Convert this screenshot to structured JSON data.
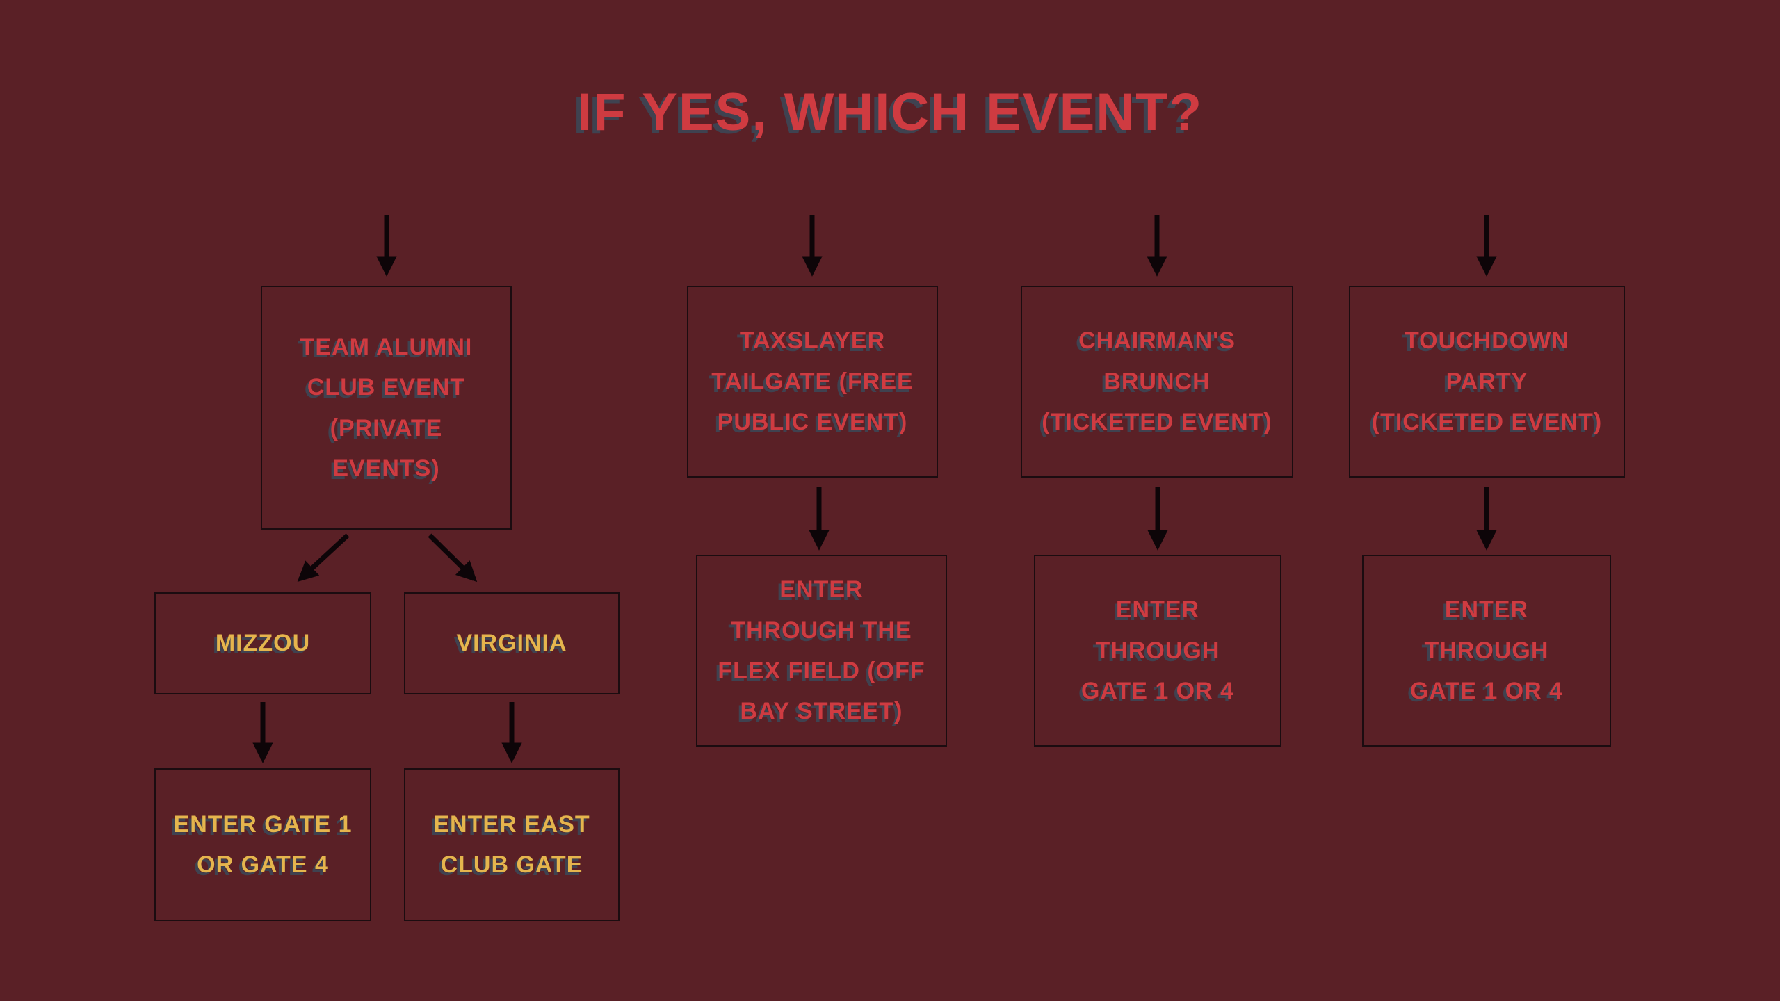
{
  "title": "IF YES, WHICH EVENT?",
  "colors": {
    "bg": "#5a2026",
    "red": "#cf3b41",
    "gold": "#e5b54d",
    "shadow": "#3f4250",
    "arrow": "#0d0508",
    "border": "#1b0c10"
  },
  "nodes": {
    "team_alumni": "TEAM ALUMNI\nCLUB EVENT\n(PRIVATE\nEVENTS)",
    "mizzou": "MIZZOU",
    "virginia": "VIRGINIA",
    "mizzou_gate": "ENTER GATE 1\nOR GATE 4",
    "virginia_gate": "ENTER EAST\nCLUB GATE",
    "taxslayer": "TAXSLAYER\nTAILGATE (FREE\nPUBLIC EVENT)",
    "taxslayer_gate": "ENTER\nTHROUGH THE\nFLEX FIELD (OFF\nBAY STREET)",
    "chairmans": "CHAIRMAN'S\nBRUNCH\n(TICKETED EVENT)",
    "chairmans_gate": "ENTER\nTHROUGH\nGATE 1 OR 4",
    "touchdown": "TOUCHDOWN\nPARTY\n(TICKETED EVENT)",
    "touchdown_gate": "ENTER\nTHROUGH\nGATE 1 OR 4"
  }
}
